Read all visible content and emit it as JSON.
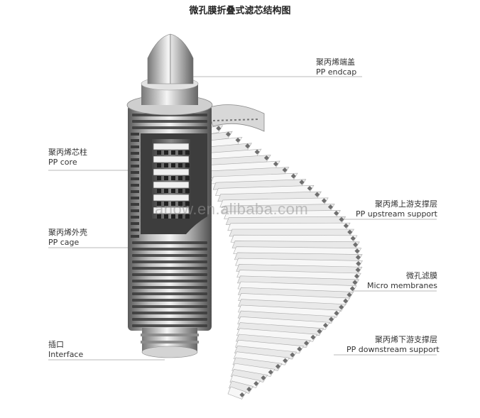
{
  "title": "微孔膜折叠式滤芯结构图",
  "watermark": "anow.en.alibaba.com",
  "labels": {
    "endcap": {
      "zh": "聚丙烯端盖",
      "en": "PP endcap"
    },
    "core": {
      "zh": "聚丙烯芯柱",
      "en": "PP core"
    },
    "upstream": {
      "zh": "聚丙烯上游支撑层",
      "en": "PP upstream support"
    },
    "cage": {
      "zh": "聚丙烯外壳",
      "en": "PP cage"
    },
    "membrane": {
      "zh": "微孔滤膜",
      "en": "Micro membranes"
    },
    "downstream": {
      "zh": "聚丙烯下游支撑层",
      "en": "PP downstream support"
    },
    "interface": {
      "zh": "插口",
      "en": "Interface"
    }
  },
  "colors": {
    "line": "#9a9a9a",
    "metal_dark": "#6e6e6e",
    "metal_light": "#e6e6e6",
    "pleat": "#f4f4f4",
    "pleat_edge": "#a8a8a8"
  }
}
